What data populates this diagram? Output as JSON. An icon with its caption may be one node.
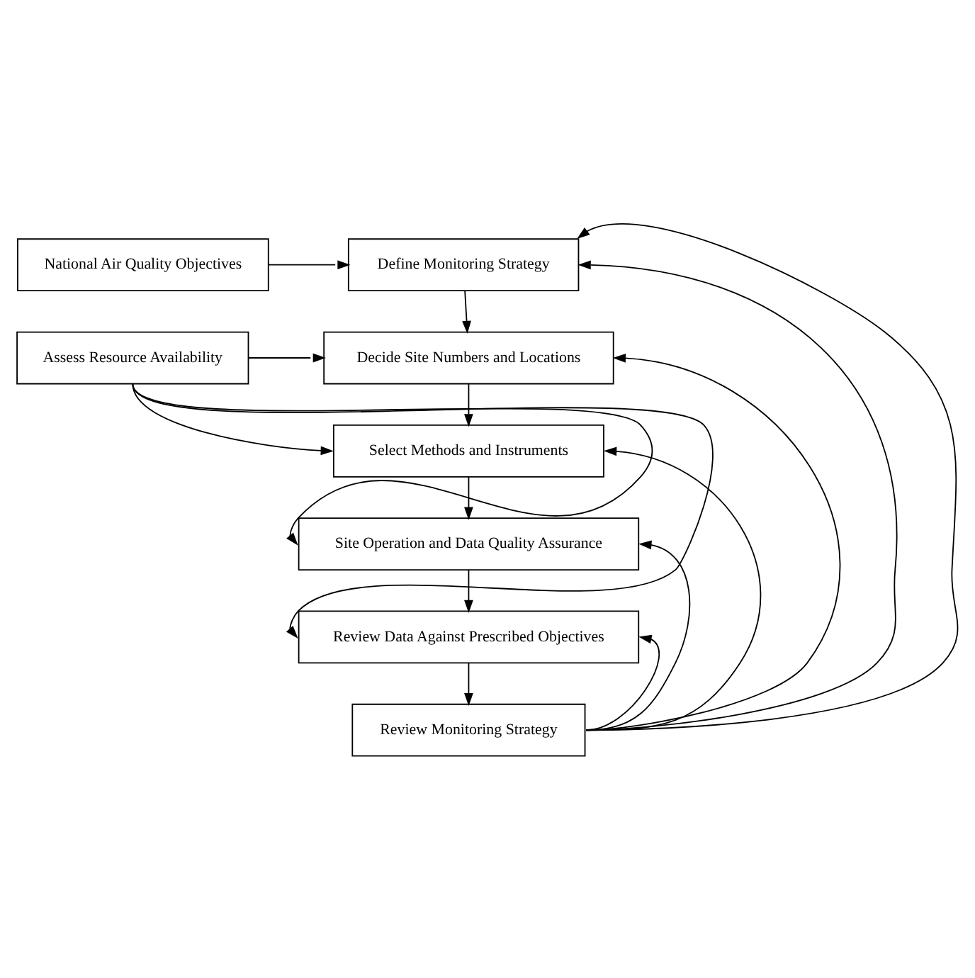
{
  "diagram": {
    "nodes": [
      {
        "text": [
          "National Air Quality Objectives"
        ]
      },
      {
        "text": [
          "Define Monitoring Strategy"
        ]
      },
      {
        "text": [
          "Assess Resource Availability"
        ]
      },
      {
        "text": [
          "Decide Site Numbers and Locations"
        ]
      },
      {
        "text": [
          "Select Methods and Instruments"
        ]
      },
      {
        "text": [
          "Site Operation and Data Quality Assurance"
        ]
      },
      {
        "text": [
          "Review Data Against Prescribed Objectives"
        ]
      },
      {
        "text": [
          "Review Monitoring Strategy"
        ]
      }
    ],
    "edges": [
      {
        "from": 0,
        "to": 1,
        "arrow": "to"
      },
      {
        "from": 1,
        "to": 3,
        "arrow": "to"
      },
      {
        "from": 2,
        "to": 3,
        "arrow": "to"
      },
      {
        "from": 3,
        "to": 4,
        "arrow": "to"
      },
      {
        "from": 2,
        "to": 4,
        "arrow": "to"
      },
      {
        "from": 4,
        "to": 5,
        "arrow": "to"
      },
      {
        "from": 2,
        "to": 5,
        "arrow": "to"
      },
      {
        "from": 5,
        "to": 6,
        "arrow": "to"
      },
      {
        "from": 2,
        "to": 6,
        "arrow": "to"
      },
      {
        "from": 6,
        "to": 7,
        "arrow": "to"
      },
      {
        "from": 7,
        "to": 1,
        "arrow": "to"
      },
      {
        "from": 7,
        "to": 1,
        "arrow": "to"
      },
      {
        "from": 7,
        "to": 3,
        "arrow": "to"
      },
      {
        "from": 7,
        "to": 4,
        "arrow": "to"
      },
      {
        "from": 7,
        "to": 5,
        "arrow": "to"
      },
      {
        "from": 7,
        "to": 6,
        "arrow": "to"
      }
    ]
  }
}
